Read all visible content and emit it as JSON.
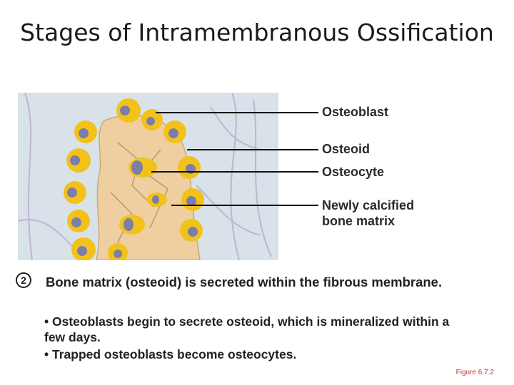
{
  "title": "Stages of Intramembranous Ossification",
  "labels": {
    "osteoblast": "Osteoblast",
    "osteoid": "Osteoid",
    "osteocyte": "Osteocyte",
    "calcified_line1": "Newly calcified",
    "calcified_line2": "bone matrix"
  },
  "step": {
    "number": "2",
    "heading": "Bone matrix (osteoid) is secreted within the fibrous membrane.",
    "bullets": [
      "• Osteoblasts begin to secrete osteoid, which is mineralized within a few days.",
      "• Trapped osteoblasts become osteocytes."
    ]
  },
  "figure_ref": "Figure 6.7.2",
  "colors": {
    "cell": "#f2c21b",
    "nucleus": "#7c7ea8",
    "matrix": "#efcf9f",
    "background": "#d8e2e8"
  }
}
